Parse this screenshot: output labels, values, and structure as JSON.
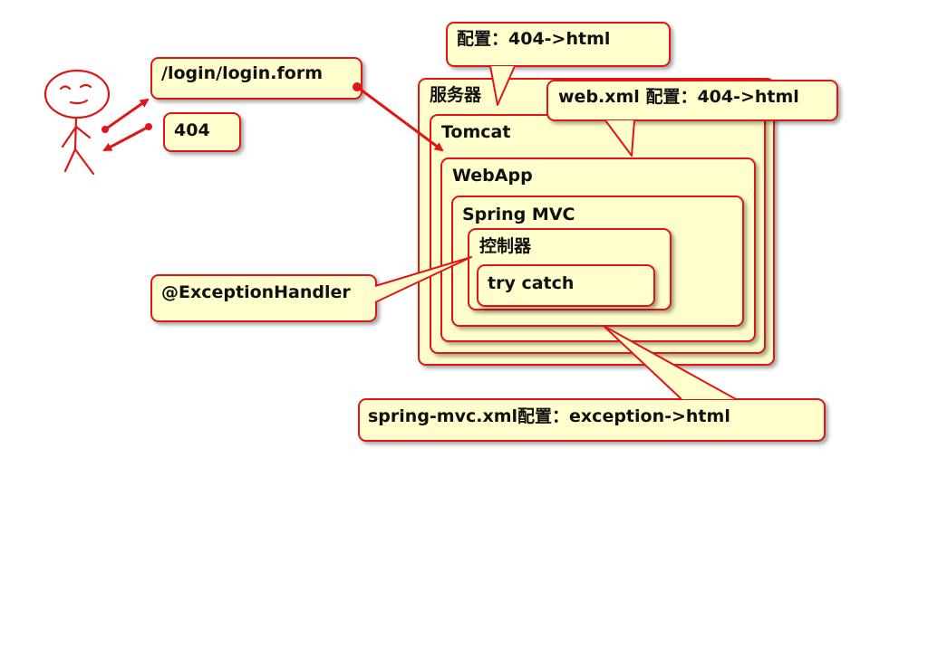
{
  "callouts": {
    "request": "/login/login.form",
    "response": "404",
    "exception_handler": "@ExceptionHandler",
    "server_config": "配置：404->html",
    "webxml_config": "web.xml 配置：404->html",
    "springmvc_config": "spring-mvc.xml配置：exception->html"
  },
  "layers": {
    "server": "服务器",
    "tomcat": "Tomcat",
    "webapp": "WebApp",
    "springmvc": "Spring MVC",
    "controller": "控制器",
    "trycatch": "try catch"
  },
  "colors": {
    "stroke": "#e01616",
    "fill": "#fffecc",
    "text": "#111111"
  },
  "icons": [
    "stick-figure-user-icon"
  ]
}
